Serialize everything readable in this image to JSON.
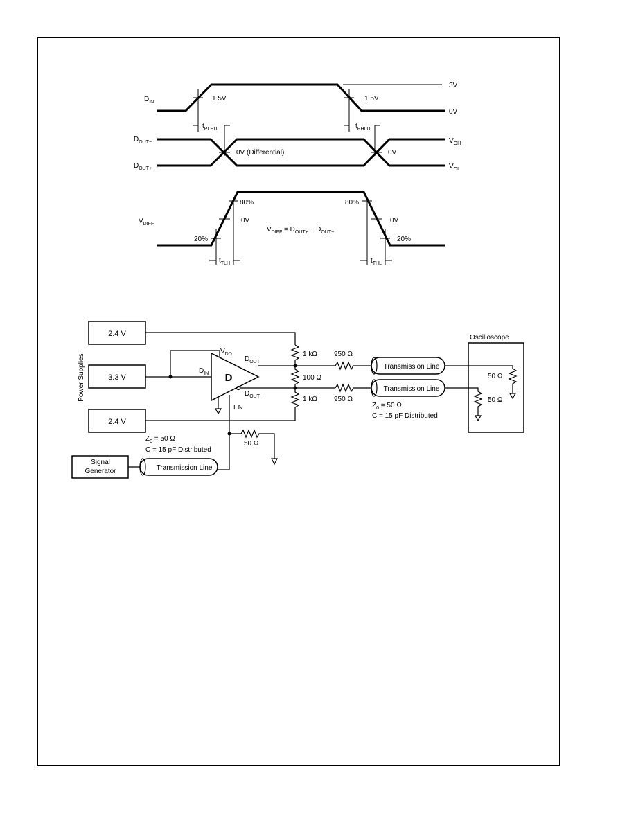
{
  "timing": {
    "din": "D",
    "din_sub": "IN",
    "v15_left": "1.5V",
    "v15_right": "1.5V",
    "v3": "3V",
    "v0": "0V",
    "tplhd": "t",
    "tplhd_sub": "PLHD",
    "tphld": "t",
    "tphld_sub": "PHLD",
    "dout_minus": "D",
    "dout_minus_sub": "OUT−",
    "dout_plus": "D",
    "dout_plus_sub": "OUT+",
    "zero_diff": "0V (Differential)",
    "zero_right": "0V",
    "voh": "V",
    "voh_sub": "OH",
    "vol": "V",
    "vol_sub": "OL",
    "vdiff": "V",
    "vdiff_sub": "DIFF",
    "p80_left": "80%",
    "p80_right": "80%",
    "p20_left": "20%",
    "p20_right": "20%",
    "zero_a": "0V",
    "zero_b": "0V",
    "eq_v": "V",
    "eq_v_sub": "DIFF",
    "eq_mid": " = D",
    "eq_mid_sub": "OUT+",
    "eq_end": " − D",
    "eq_end_sub": "OUT−",
    "tlh": "t",
    "tlh_sub": "TLH",
    "thl": "t",
    "thl_sub": "THL"
  },
  "circuit": {
    "psu_top": "2.4 V",
    "psu_mid": "3.3 V",
    "psu_bot": "2.4 V",
    "power_supplies": "Power Supplies",
    "vdd": "V",
    "vdd_sub": "DD",
    "din": "D",
    "din_sub": "IN",
    "driver": "D",
    "en": "EN",
    "dout": "D",
    "dout_sub": "OUT",
    "dout_minus": "D",
    "dout_minus_sub": "OUT−",
    "r_1k_top": "1 kΩ",
    "r_100": "100 Ω",
    "r_1k_bot": "1 kΩ",
    "r_950_top": "950 Ω",
    "r_950_bot": "950 Ω",
    "tline_top": "Transmission Line",
    "tline_bot": "Transmission Line",
    "z0_right": "Z",
    "z0_right_sub": "0",
    "z0_right_val": " = 50 Ω",
    "cap_right": "C = 15 pF Distributed",
    "oscilloscope": "Oscilloscope",
    "r50_osc_top": "50 Ω",
    "r50_osc_bot": "50 Ω",
    "z0_left": "Z",
    "z0_left_sub": "0",
    "z0_left_val": " = 50 Ω",
    "cap_left": "C = 15 pF Distributed",
    "r50_term": "50 Ω",
    "sig_gen_1": "Signal",
    "sig_gen_2": "Generator",
    "tline_sig": "Transmission Line"
  }
}
